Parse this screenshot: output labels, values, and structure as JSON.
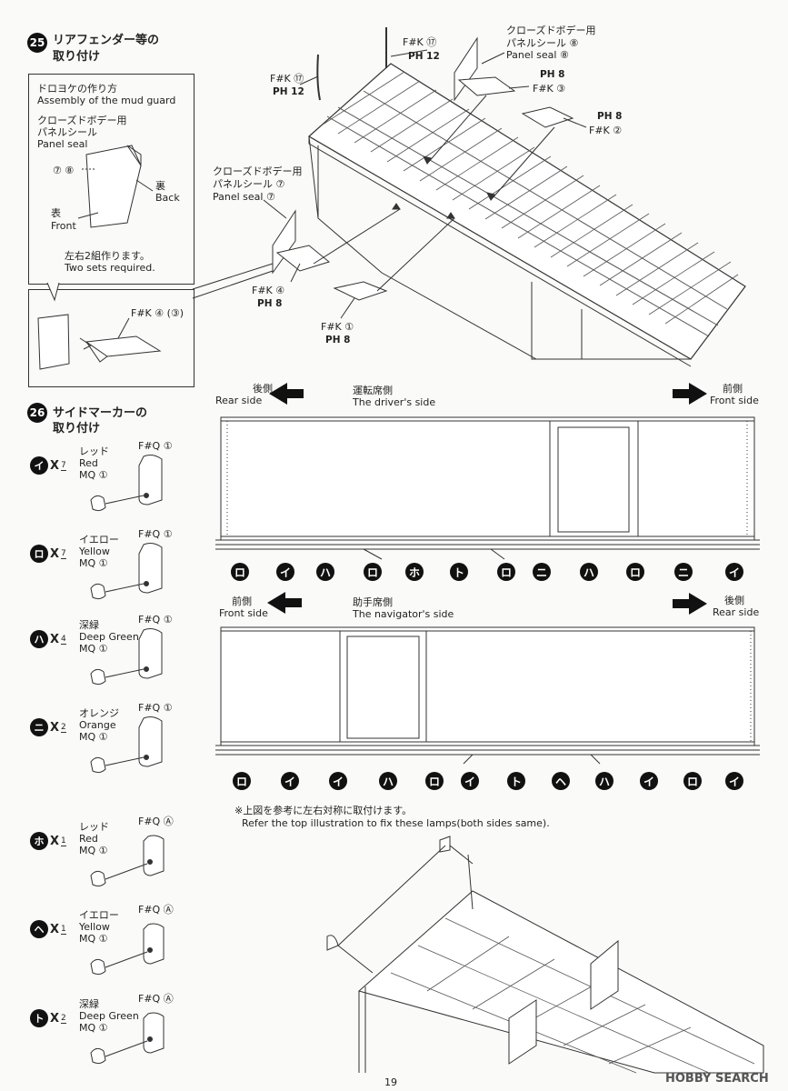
{
  "page_number": "19",
  "watermark": "HOBBY SEARCH",
  "step25": {
    "number": "25",
    "title_line1": "リアフェンダー等の",
    "title_line2": "取り付け",
    "mudguard_jp": "ドロヨケの作り方",
    "mudguard_en": "Assembly of the mud guard",
    "panel_jp1": "クローズドボデー用",
    "panel_jp2": "パネルシール",
    "panel_en": "Panel seal",
    "seal_nums": "⑦ ⑧",
    "back_jp": "裏",
    "back_en": "Back",
    "front_jp": "表",
    "front_en": "Front",
    "sets_jp": "左右2組作ります。",
    "sets_en": "Two sets required.",
    "inset_part": "F#K ④ (③)",
    "callouts": {
      "fk17_left": "F#K ⑰",
      "ph12_left": "PH 12",
      "fk17_top": "F#K ⑰",
      "ph12_top": "PH 12",
      "seal8_jp1": "クローズドボデー用",
      "seal8_jp2": "パネルシール ⑧",
      "seal8_en": "Panel seal ⑧",
      "ph8_a": "PH 8",
      "fk3": "F#K ③",
      "ph8_b": "PH 8",
      "fk2": "F#K ②",
      "seal7_jp1": "クローズドボデー用",
      "seal7_jp2": "パネルシール ⑦",
      "seal7_en": "Panel seal ⑦",
      "fk4": "F#K ④",
      "ph8_c": "PH 8",
      "fk1": "F#K ①",
      "ph8_d": "PH 8"
    }
  },
  "step26": {
    "number": "26",
    "title_line1": "サイドマーカーの",
    "title_line2": "取り付け",
    "markers": [
      {
        "kana": "イ",
        "x": "X",
        "qty": "7",
        "color_jp": "レッド",
        "color_en": "Red",
        "mq": "MQ ①",
        "part": "F#Q ①"
      },
      {
        "kana": "ロ",
        "x": "X",
        "qty": "7",
        "color_jp": "イエロー",
        "color_en": "Yellow",
        "mq": "MQ ①",
        "part": "F#Q ①"
      },
      {
        "kana": "ハ",
        "x": "X",
        "qty": "4",
        "color_jp": "深緑",
        "color_en": "Deep Green",
        "mq": "MQ ①",
        "part": "F#Q ①"
      },
      {
        "kana": "ニ",
        "x": "X",
        "qty": "2",
        "color_jp": "オレンジ",
        "color_en": "Orange",
        "mq": "MQ ①",
        "part": "F#Q ①"
      },
      {
        "kana": "ホ",
        "x": "X",
        "qty": "1",
        "color_jp": "レッド",
        "color_en": "Red",
        "mq": "MQ ①",
        "part": "F#Q Ⓐ"
      },
      {
        "kana": "ヘ",
        "x": "X",
        "qty": "1",
        "color_jp": "イエロー",
        "color_en": "Yellow",
        "mq": "MQ ①",
        "part": "F#Q Ⓐ"
      },
      {
        "kana": "ト",
        "x": "X",
        "qty": "2",
        "color_jp": "深緑",
        "color_en": "Deep Green",
        "mq": "MQ ①",
        "part": "F#Q Ⓐ"
      }
    ],
    "driver_side": {
      "left_jp": "後側",
      "left_en": "Rear side",
      "center_jp": "運転席側",
      "center_en": "The driver's side",
      "right_jp": "前側",
      "right_en": "Front side",
      "sequence": [
        "ロ",
        "イ",
        "ハ",
        "ロ",
        "ホ",
        "ト",
        "ロ",
        "ニ",
        "ハ",
        "ロ",
        "ニ",
        "イ"
      ]
    },
    "navigator_side": {
      "left_jp": "前側",
      "left_en": "Front side",
      "center_jp": "助手席側",
      "center_en": "The navigator's side",
      "right_jp": "後側",
      "right_en": "Rear side",
      "sequence": [
        "ロ",
        "イ",
        "イ",
        "ハ",
        "ロ",
        "イ",
        "ト",
        "ヘ",
        "ハ",
        "イ",
        "ロ",
        "イ"
      ]
    },
    "note_jp": "※上図を参考に左右対称に取付けます。",
    "note_en": "Refer the top illustration to fix these lamps(both sides same)."
  }
}
